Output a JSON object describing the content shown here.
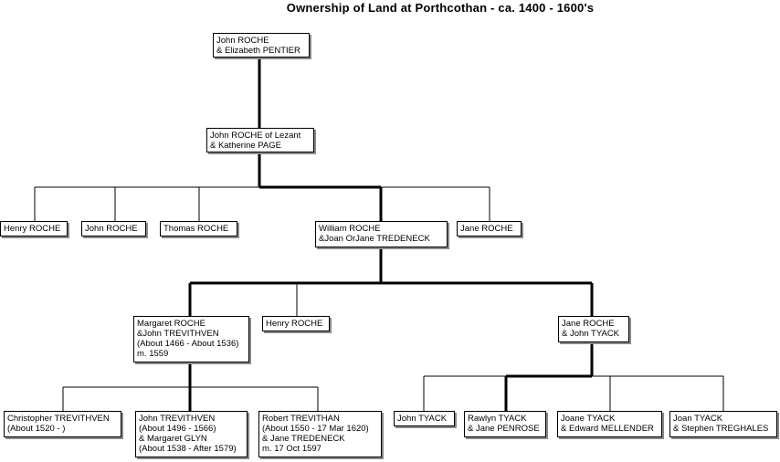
{
  "title": "Ownership of Land at Porthcothan - ca. 1400 - 1600's",
  "people": [
    {
      "id": "p1",
      "lines": [
        "John ROCHE",
        "& Elizabeth PENTIER"
      ]
    },
    {
      "id": "p2",
      "lines": [
        "John ROCHE of Lezant",
        "& Katherine PAGE"
      ]
    },
    {
      "id": "p3",
      "lines": [
        "Henry ROCHE"
      ]
    },
    {
      "id": "p4",
      "lines": [
        "John ROCHE"
      ]
    },
    {
      "id": "p5",
      "lines": [
        "Thomas ROCHE"
      ]
    },
    {
      "id": "p6",
      "lines": [
        "William ROCHE",
        "&Joan OrJane TREDENECK"
      ]
    },
    {
      "id": "p7",
      "lines": [
        "Jane ROCHE"
      ]
    },
    {
      "id": "p8",
      "lines": [
        "Margaret ROCHE",
        "&John TREVITHVEN",
        "(About 1466 - About 1536)",
        "m. 1559"
      ]
    },
    {
      "id": "p9",
      "lines": [
        "Henry ROCHE"
      ]
    },
    {
      "id": "p10",
      "lines": [
        "Jane ROCHE",
        "& John TYACK"
      ]
    },
    {
      "id": "p11",
      "lines": [
        "Christopher TREVITHVEN",
        "(About 1520 - )"
      ]
    },
    {
      "id": "p12",
      "lines": [
        "John TREVITHVEN",
        "(About 1496 - 1566)",
        "& Margaret GLYN",
        "(About 1538 - After 1579)"
      ]
    },
    {
      "id": "p13",
      "lines": [
        "Robert TREVITHAN",
        "(About 1550 - 17 Mar 1620)",
        "& Jane TREDENECK",
        "m. 17 Oct 1597"
      ]
    },
    {
      "id": "p14",
      "lines": [
        "John TYACK"
      ]
    },
    {
      "id": "p15",
      "lines": [
        "Rawlyn TYACK",
        "& Jane PENROSE"
      ]
    },
    {
      "id": "p16",
      "lines": [
        "Joane TYACK",
        "& Edward MELLENDER"
      ]
    },
    {
      "id": "p17",
      "lines": [
        "Joan TYACK",
        "& Stephen TREGHALES"
      ]
    }
  ]
}
